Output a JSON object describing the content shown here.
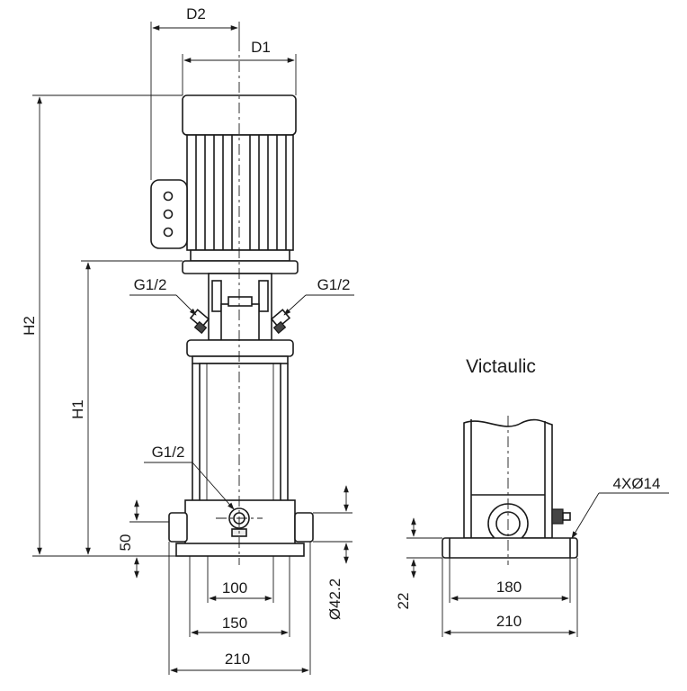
{
  "main_view": {
    "dims": {
      "d2": "D2",
      "d1": "D1",
      "h2": "H2",
      "h1": "H1",
      "dim_50": "50",
      "dim_100": "100",
      "dim_150": "150",
      "dim_210": "210",
      "dim_phi": "Ø42.2"
    },
    "callouts": {
      "g_left": "G1/2",
      "g_right": "G1/2",
      "g_bottom": "G1/2"
    }
  },
  "victaulic_view": {
    "title": "Victaulic",
    "dims": {
      "holes": "4XØ14",
      "dim_22": "22",
      "dim_180": "180",
      "dim_210": "210"
    }
  }
}
